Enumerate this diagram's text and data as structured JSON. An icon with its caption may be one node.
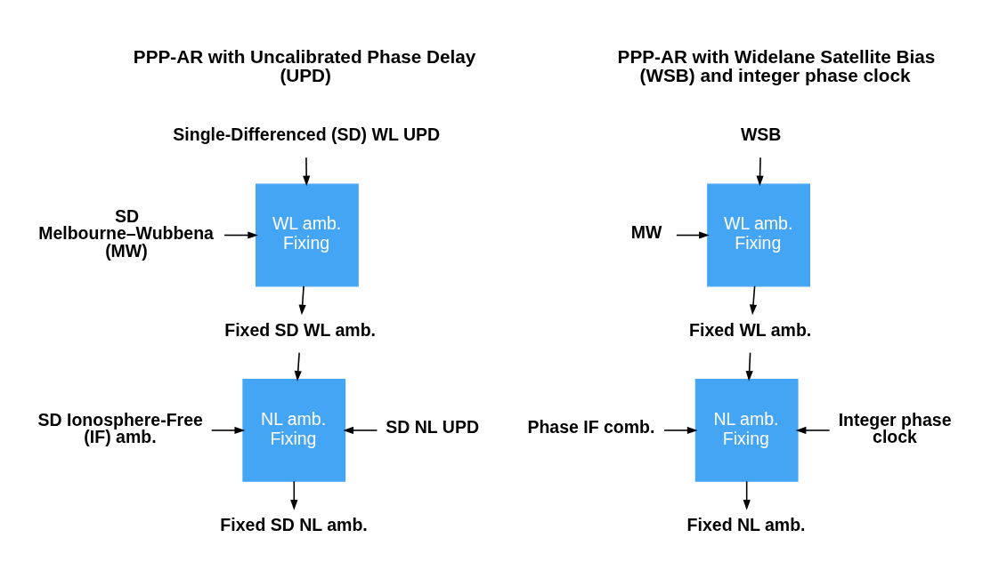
{
  "diagram": {
    "nodes": [
      {
        "text": [
          "Single-Differenced (SD) WL UPD"
        ]
      },
      {
        "text": [
          "SD Melbourne–Wubbena (MW)"
        ]
      },
      {
        "text": [
          "WL amb. Fixing"
        ]
      },
      {
        "text": [
          "Fixed SD WL amb."
        ]
      },
      {
        "text": [
          "SD Ionosphere-Free (IF) amb."
        ]
      },
      {
        "text": [
          "NL amb. Fixing"
        ]
      },
      {
        "text": [
          "SD NL UPD"
        ]
      },
      {
        "text": [
          "Fixed SD NL amb."
        ]
      },
      {
        "text": [
          "WSB"
        ]
      },
      {
        "text": [
          "MW"
        ]
      },
      {
        "text": [
          "WL amb. Fixing"
        ]
      },
      {
        "text": [
          "Fixed WL amb."
        ]
      },
      {
        "text": [
          "Phase IF comb."
        ]
      },
      {
        "text": [
          "NL amb. Fixing"
        ]
      },
      {
        "text": [
          "Integer phase clock"
        ]
      },
      {
        "text": [
          "Fixed NL amb."
        ]
      }
    ],
    "edges": [
      {
        "from": 0,
        "to": 2,
        "arrow": "to"
      },
      {
        "from": 1,
        "to": 2,
        "arrow": "to"
      },
      {
        "from": 2,
        "to": 3,
        "arrow": "to"
      },
      {
        "from": 3,
        "to": 5,
        "arrow": "to"
      },
      {
        "from": 4,
        "to": 5,
        "arrow": "to"
      },
      {
        "from": 6,
        "to": 5,
        "arrow": "to"
      },
      {
        "from": 5,
        "to": 7,
        "arrow": "to"
      },
      {
        "from": 8,
        "to": 10,
        "arrow": "to"
      },
      {
        "from": 9,
        "to": 10,
        "arrow": "to"
      },
      {
        "from": 10,
        "to": 11,
        "arrow": "to"
      },
      {
        "from": 11,
        "to": 13,
        "arrow": "to"
      },
      {
        "from": 12,
        "to": 13,
        "arrow": "to"
      },
      {
        "from": 14,
        "to": 13,
        "arrow": "to"
      },
      {
        "from": 13,
        "to": 15,
        "arrow": "to"
      }
    ],
    "labels": [
      "PPP-AR with Uncalibrated Phase Delay (UPD)",
      "PPP-AR with Widelane Satellite Bias (WSB) and integer phase clock"
    ]
  }
}
